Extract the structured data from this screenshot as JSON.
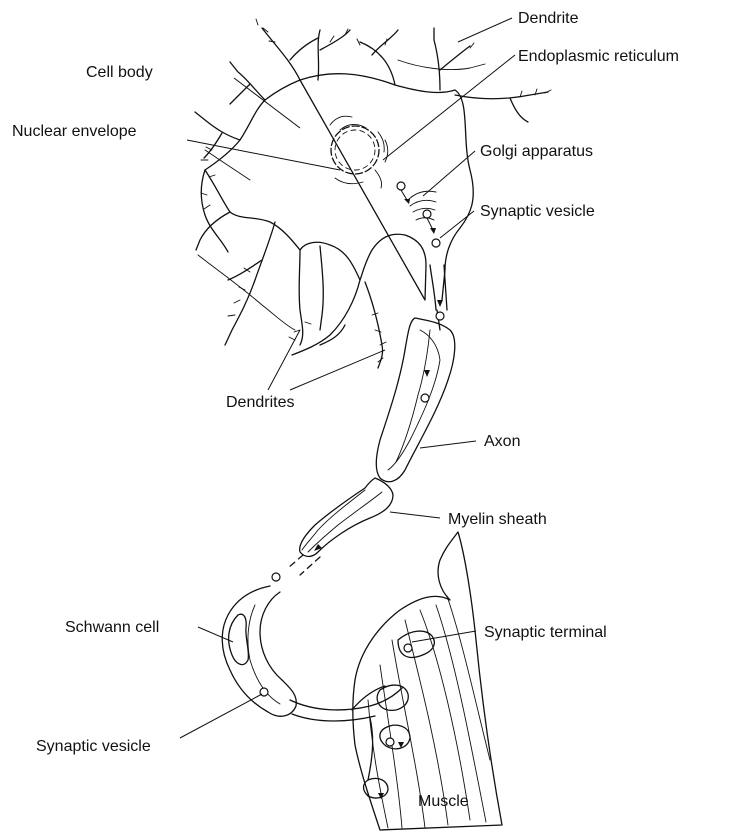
{
  "labels": {
    "dendrite": "Dendrite",
    "endoplasmic_reticulum": "Endoplasmic reticulum",
    "cell_body": "Cell body",
    "nuclear_envelope": "Nuclear envelope",
    "golgi_apparatus": "Golgi apparatus",
    "synaptic_vesicle_top": "Synaptic vesicle",
    "dendrites": "Dendrites",
    "axon": "Axon",
    "myelin_sheath": "Myelin sheath",
    "schwann_cell": "Schwann cell",
    "synaptic_terminal": "Synaptic terminal",
    "synaptic_vesicle_bottom": "Synaptic vesicle",
    "muscle": "Muscle"
  }
}
